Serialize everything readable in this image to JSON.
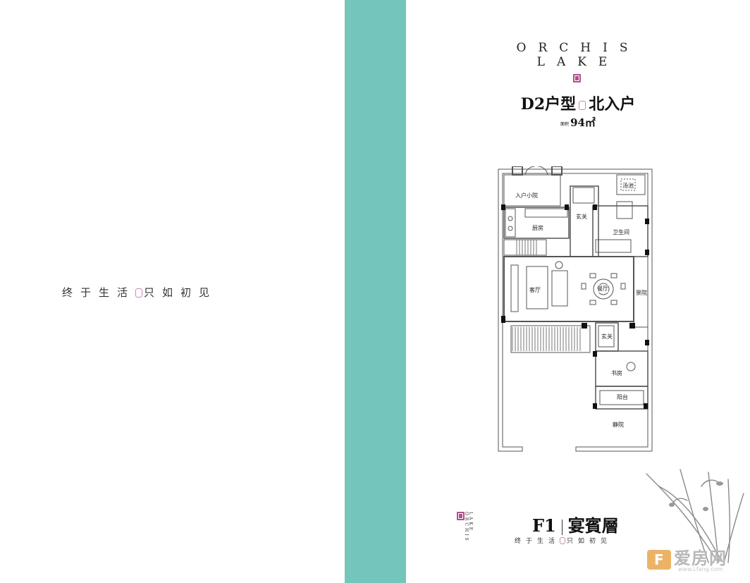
{
  "left_slogan": {
    "part1": "终于生活",
    "part2": "只如初见"
  },
  "brand": {
    "line1": "ORCHIS",
    "line2": "LAKE"
  },
  "unit": {
    "type": "D2户型",
    "entry": "北入户",
    "area_prefix": "面积",
    "area": "94㎡"
  },
  "rooms": {
    "entry_yard": "入户小院",
    "hot_tub": "汤池",
    "foyer_top": "玄关",
    "kitchen": "厨房",
    "bathroom": "卫生间",
    "living": "客厅",
    "dining": "餐厅",
    "scenic_yard": "景院",
    "foyer_bottom": "玄关",
    "study": "书房",
    "balcony": "阳台",
    "quiet_yard": "静院"
  },
  "floor": {
    "code": "F1",
    "name": "宴賓層"
  },
  "bottom_slogan": {
    "part1": "终于生活",
    "part2": "只如初见"
  },
  "vertical_brand": {
    "line1": "ORCHIS",
    "line2": "LAKE"
  },
  "watermark": {
    "name": "爱房网",
    "url": "www.Lfang.com"
  },
  "colors": {
    "teal": "#74c5bb",
    "accent": "#b0508c"
  }
}
